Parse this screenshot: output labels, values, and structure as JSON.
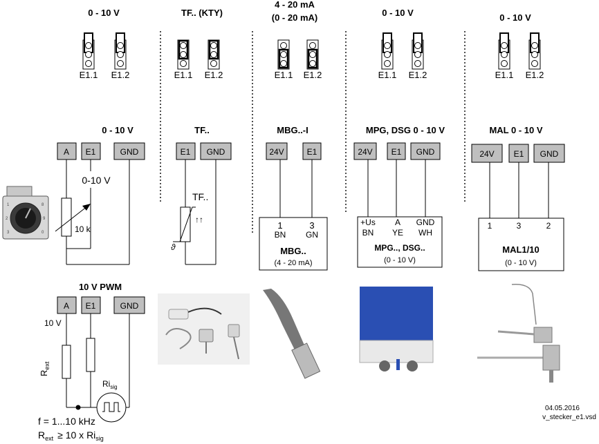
{
  "columns": [
    {
      "id": "c1",
      "header": "0 - 10 V",
      "title": "0 - 10 V"
    },
    {
      "id": "c2",
      "header": "TF.. (KTY)",
      "title": "TF.."
    },
    {
      "id": "c3",
      "header": "4 - 20 mA",
      "header2": "(0 - 20 mA)",
      "title": "MBG..-I"
    },
    {
      "id": "c4",
      "header": "0 - 10 V",
      "title": "MPG, DSG 0 - 10 V"
    },
    {
      "id": "c5",
      "header": "0 - 10 V",
      "title": "MAL 0 - 10 V"
    }
  ],
  "jumper_labels": {
    "e11": "E1.1",
    "e12": "E1.2"
  },
  "terminals": {
    "a": "A",
    "e1": "E1",
    "gnd": "GND",
    "v24": "24V"
  },
  "circuit1": {
    "signal": "0-10 V",
    "resistor": "10 k"
  },
  "circuit2": {
    "sensor": "TF..",
    "arrows": "↑↑",
    "theta": "ϑ"
  },
  "device_mbg": {
    "pin1": "1",
    "pin3": "3",
    "wire1": "BN",
    "wire3": "GN",
    "name": "MBG..",
    "range": "(4 - 20 mA)"
  },
  "device_mpg": {
    "p1": "+Us",
    "p2": "A",
    "p3": "GND",
    "w1": "BN",
    "w2": "YE",
    "w3": "WH",
    "name": "MPG.., DSG..",
    "range": "(0 - 10 V)"
  },
  "device_mal": {
    "p1": "1",
    "p2": "3",
    "p3": "2",
    "name": "MAL1/10",
    "range": "(0 - 10 V)"
  },
  "pwm": {
    "title": "10 V PWM",
    "voltage": "10 V",
    "rext": "R",
    "rext_sub": "ext",
    "ri": "Ri",
    "ri_sub": "sig",
    "freq": "f = 1...10 kHz",
    "cond_r": "R",
    "cond_r_sub": "ext",
    "cond": "≥ 10 x Ri",
    "cond_sub": "sig"
  },
  "footer": {
    "date": "04.05.2016",
    "file": "v_stecker_e1.vsd"
  }
}
